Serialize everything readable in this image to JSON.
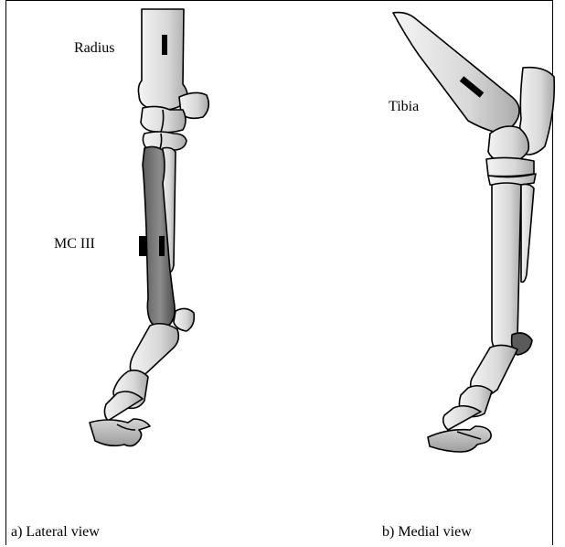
{
  "labels": {
    "radius": "Radius",
    "mc3": "MC III",
    "tibia": "Tibia",
    "caption_a": "a) Lateral view",
    "caption_b": "b) Medial view"
  },
  "colors": {
    "bone_fill": "#e3e3e3",
    "bone_shade": "#b5b5b5",
    "mc3_fill": "#7a7a7a",
    "mc3_shade": "#555555",
    "strain_gauge": "#000000",
    "stroke": "#000000"
  }
}
